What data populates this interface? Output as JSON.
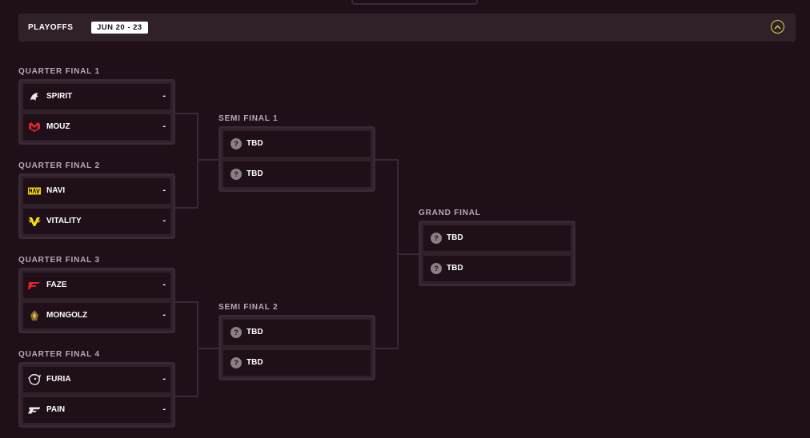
{
  "header": {
    "title": "PLAYOFFS",
    "date": "JUN 20 - 23"
  },
  "rounds": {
    "qf1": {
      "label": "QUARTER FINAL 1",
      "teams": [
        {
          "name": "SPIRIT",
          "score": "-",
          "icon": "spirit-logo-icon"
        },
        {
          "name": "MOUZ",
          "score": "-",
          "icon": "mouz-logo-icon"
        }
      ]
    },
    "qf2": {
      "label": "QUARTER FINAL 2",
      "teams": [
        {
          "name": "NAVI",
          "score": "-",
          "icon": "navi-logo-icon"
        },
        {
          "name": "VITALITY",
          "score": "-",
          "icon": "vitality-logo-icon"
        }
      ]
    },
    "qf3": {
      "label": "QUARTER FINAL 3",
      "teams": [
        {
          "name": "FAZE",
          "score": "-",
          "icon": "faze-logo-icon"
        },
        {
          "name": "MONGOLZ",
          "score": "-",
          "icon": "mongolz-logo-icon"
        }
      ]
    },
    "qf4": {
      "label": "QUARTER FINAL 4",
      "teams": [
        {
          "name": "FURIA",
          "score": "-",
          "icon": "furia-logo-icon"
        },
        {
          "name": "PAIN",
          "score": "-",
          "icon": "pain-logo-icon"
        }
      ]
    },
    "sf1": {
      "label": "SEMI FINAL 1",
      "teams": [
        {
          "name": "TBD",
          "icon_text": "?"
        },
        {
          "name": "TBD",
          "icon_text": "?"
        }
      ]
    },
    "sf2": {
      "label": "SEMI FINAL 2",
      "teams": [
        {
          "name": "TBD",
          "icon_text": "?"
        },
        {
          "name": "TBD",
          "icon_text": "?"
        }
      ]
    },
    "gf": {
      "label": "GRAND FINAL",
      "teams": [
        {
          "name": "TBD",
          "icon_text": "?"
        },
        {
          "name": "TBD",
          "icon_text": "?"
        }
      ]
    }
  },
  "colors": {
    "background": "#1e0f19",
    "panel": "#2f2029",
    "border": "#3a2834",
    "accent": "#e4d44b",
    "label": "#b9a9b4"
  }
}
